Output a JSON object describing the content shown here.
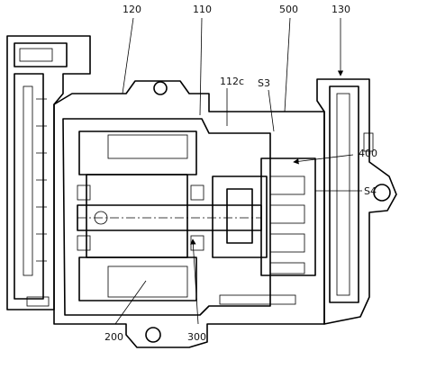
{
  "labels": {
    "l120": "120",
    "l110": "110",
    "l500": "500",
    "l130": "130",
    "l112c": "112c",
    "lS3": "S3",
    "l400": "400",
    "lS4": "S4",
    "l200": "200",
    "l300": "300"
  }
}
